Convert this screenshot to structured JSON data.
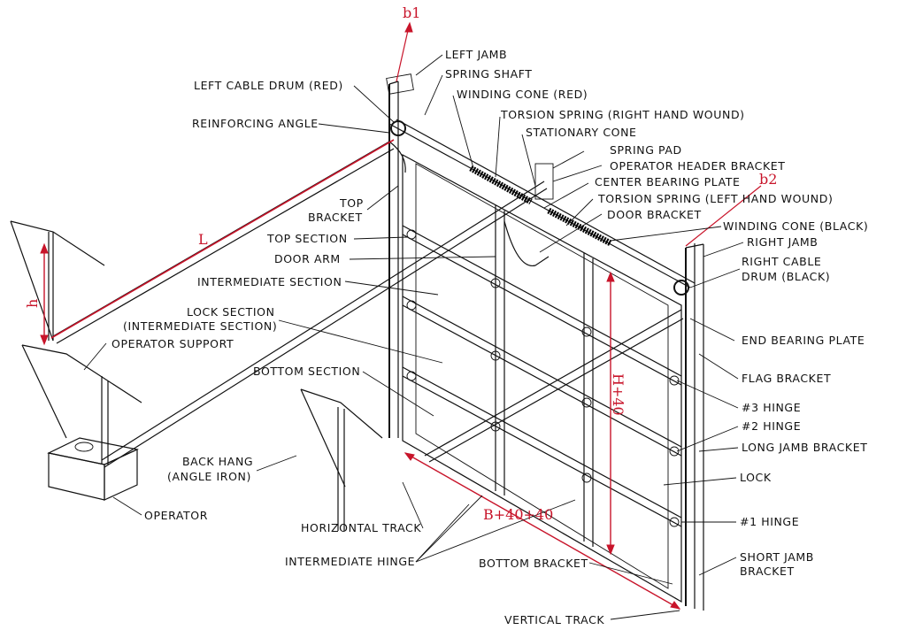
{
  "colors": {
    "dimension": "#c8142a",
    "drawing": "#111111",
    "background": "#ffffff"
  },
  "labels": {
    "left_jamb": "LEFT JAMB",
    "spring_shaft": "SPRING SHAFT",
    "left_cable_drum": "LEFT CABLE DRUM (RED)",
    "winding_cone_red": "WINDING CONE (RED)",
    "torsion_spring_rhw": "TORSION SPRING (RIGHT HAND WOUND)",
    "reinforcing_angle": "REINFORCING ANGLE",
    "stationary_cone": "STATIONARY CONE",
    "spring_pad": "SPRING PAD",
    "operator_header_bracket": "OPERATOR HEADER BRACKET",
    "center_bearing_plate": "CENTER BEARING PLATE",
    "torsion_spring_lhw": "TORSION SPRING (LEFT HAND WOUND)",
    "top_bracket_1": "TOP",
    "top_bracket_2": "BRACKET",
    "door_bracket": "DOOR BRACKET",
    "winding_cone_black": "WINDING CONE (BLACK)",
    "top_section": "TOP SECTION",
    "right_jamb": "RIGHT JAMB",
    "door_arm": "DOOR ARM",
    "right_cable_drum_1": "RIGHT CABLE",
    "right_cable_drum_2": "DRUM (BLACK)",
    "intermediate_section": "INTERMEDIATE SECTION",
    "lock_section_1": "LOCK SECTION",
    "lock_section_2": "(INTERMEDIATE SECTION)",
    "operator_support": "OPERATOR SUPPORT",
    "end_bearing_plate": "END BEARING PLATE",
    "bottom_section": "BOTTOM SECTION",
    "flag_bracket": "FLAG BRACKET",
    "hinge_3": "#3 HINGE",
    "hinge_2": "#2 HINGE",
    "long_jamb_bracket": "LONG JAMB BRACKET",
    "back_hang_1": "BACK HANG",
    "back_hang_2": "(ANGLE IRON)",
    "lock": "LOCK",
    "operator": "OPERATOR",
    "hinge_1": "#1 HINGE",
    "horizontal_track": "HORIZONTAL TRACK",
    "short_jamb_bracket_1": "SHORT JAMB",
    "short_jamb_bracket_2": "BRACKET",
    "intermediate_hinge": "INTERMEDIATE HINGE",
    "bottom_bracket": "BOTTOM BRACKET",
    "vertical_track": "VERTICAL TRACK"
  },
  "dimensions": {
    "b1": "b1",
    "b2": "b2",
    "L": "L",
    "h": "h",
    "H": "H+40",
    "B": "B+40+40"
  }
}
